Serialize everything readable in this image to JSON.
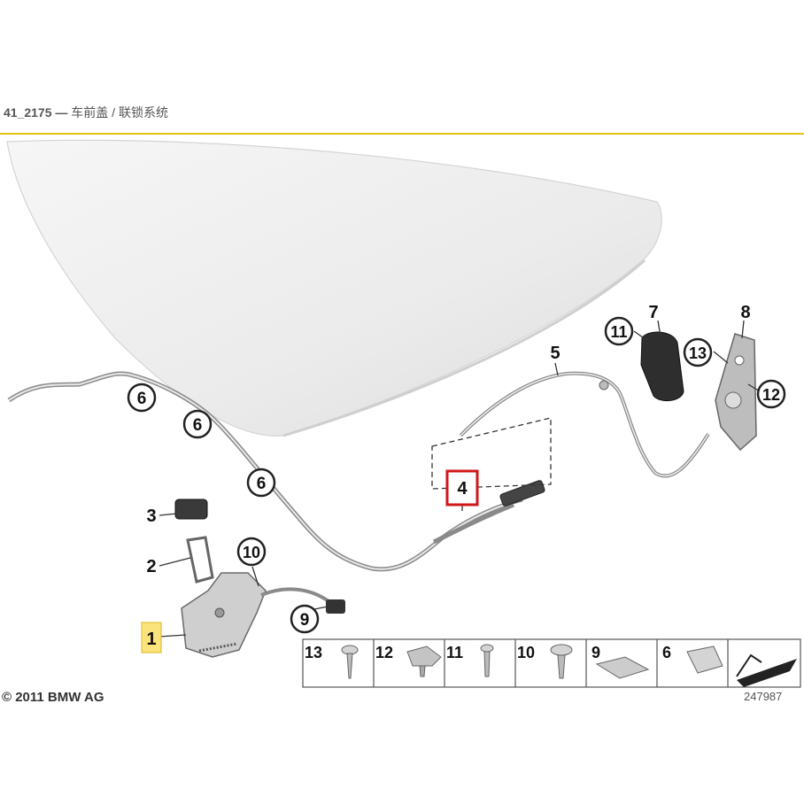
{
  "header": {
    "code": "41_2175",
    "separator": "—",
    "title": "车前盖 / 联锁系统"
  },
  "parts": {
    "p1": "1",
    "p2": "2",
    "p3": "3",
    "p4": "4",
    "p5": "5",
    "p6a": "6",
    "p6b": "6",
    "p6c": "6",
    "p7": "7",
    "p8": "8",
    "p9": "9",
    "p10": "10",
    "p11": "11",
    "p12": "12",
    "p13": "13"
  },
  "fastener_strip": [
    "13",
    "12",
    "11",
    "10",
    "9",
    "6"
  ],
  "footer": {
    "copyright": "© 2011 BMW AG",
    "diagram_number": "247987"
  },
  "colors": {
    "accent_rule": "#e2c21a",
    "highlight_fill": "#fbe37b",
    "selected_frame": "#d01818"
  }
}
